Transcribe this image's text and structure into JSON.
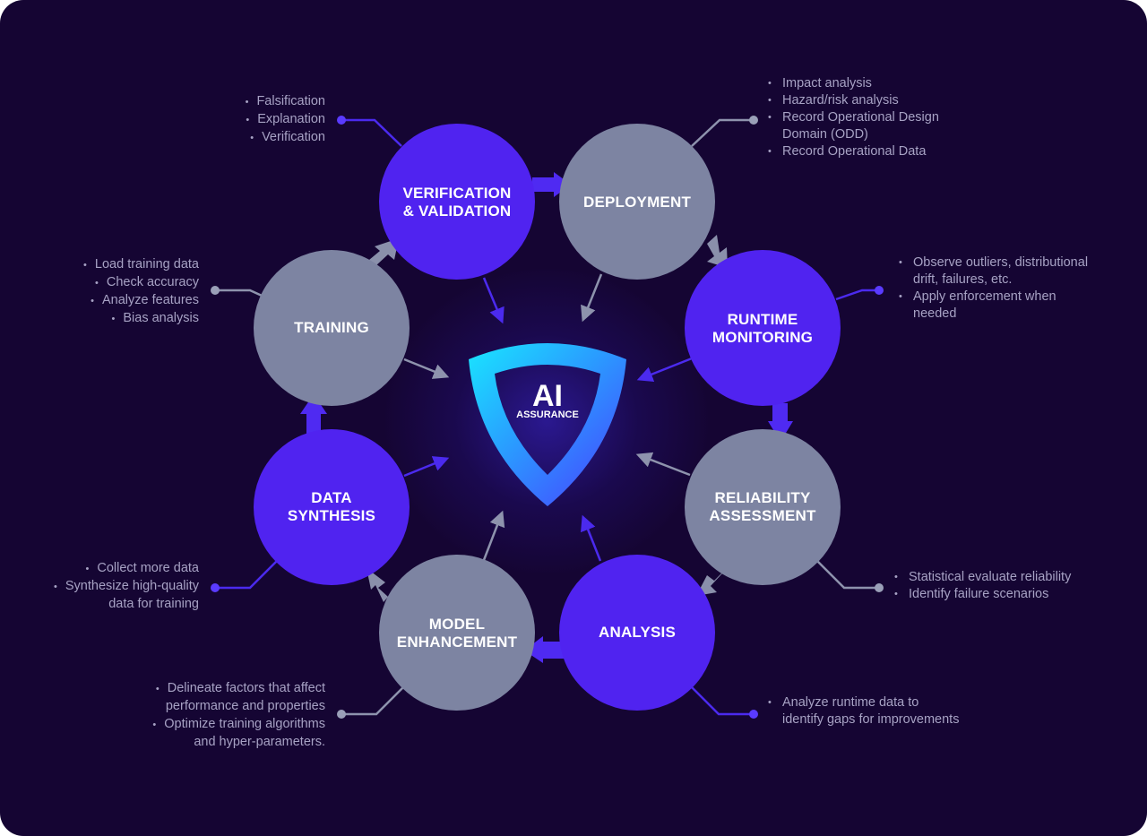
{
  "center": {
    "title": "AI",
    "subtitle": "ASSURANCE"
  },
  "colors": {
    "background": "#150533",
    "accent_node": "#5023f0",
    "neutral_node": "#7d84a2",
    "connector_accent": "#4b2aee",
    "connector_neutral": "#8e93ad"
  },
  "nodes": [
    {
      "id": "verification",
      "lines": [
        "VERIFICATION",
        "& VALIDATION"
      ],
      "kind": "accent"
    },
    {
      "id": "deployment",
      "lines": [
        "DEPLOYMENT"
      ],
      "kind": "neutral"
    },
    {
      "id": "runtime",
      "lines": [
        "RUNTIME",
        "MONITORING"
      ],
      "kind": "accent"
    },
    {
      "id": "reliability",
      "lines": [
        "RELIABILITY",
        "ASSESSMENT"
      ],
      "kind": "neutral"
    },
    {
      "id": "analysis",
      "lines": [
        "ANALYSIS"
      ],
      "kind": "accent"
    },
    {
      "id": "model",
      "lines": [
        "MODEL",
        "ENHANCEMENT"
      ],
      "kind": "neutral"
    },
    {
      "id": "data",
      "lines": [
        "DATA",
        "SYNTHESIS"
      ],
      "kind": "accent"
    },
    {
      "id": "training",
      "lines": [
        "TRAINING"
      ],
      "kind": "neutral"
    }
  ],
  "notes": {
    "verification": [
      "Falsification",
      "Explanation",
      "Verification"
    ],
    "deployment": [
      "Impact analysis",
      "Hazard/risk analysis",
      "Record Operational Design",
      "Domain (ODD)",
      "Record Operational Data"
    ],
    "runtime": [
      "Observe outliers, distributional",
      "drift, failures, etc.",
      "Apply enforcement when",
      "needed"
    ],
    "reliability": [
      "Statistical evaluate reliability",
      "Identify failure scenarios"
    ],
    "analysis": [
      "Analyze runtime data to",
      "identify gaps for improvements"
    ],
    "model": [
      "Delineate factors that affect",
      "performance and properties",
      "Optimize training algorithms",
      "and hyper-parameters."
    ],
    "data": [
      "Collect more data",
      "Synthesize high-quality",
      "data for training"
    ],
    "training": [
      "Load training data",
      "Check accuracy",
      "Analyze features",
      "Bias analysis"
    ]
  }
}
